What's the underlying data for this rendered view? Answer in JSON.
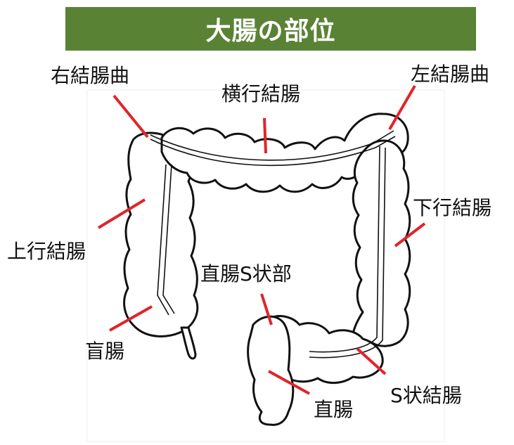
{
  "title": "大腸の部位",
  "colors": {
    "header_bg": "#5a8234",
    "header_text": "#ffffff",
    "pointer": "#e0242b",
    "outline": "#111111"
  },
  "labels": {
    "right_colic_flexure": "右結腸曲",
    "transverse_colon": "横行結腸",
    "left_colic_flexure": "左結腸曲",
    "descending_colon": "下行結腸",
    "ascending_colon": "上行結腸",
    "rectosigmoid": "直腸S状部",
    "cecum": "盲腸",
    "sigmoid_colon": "S状結腸",
    "rectum": "直腸"
  }
}
